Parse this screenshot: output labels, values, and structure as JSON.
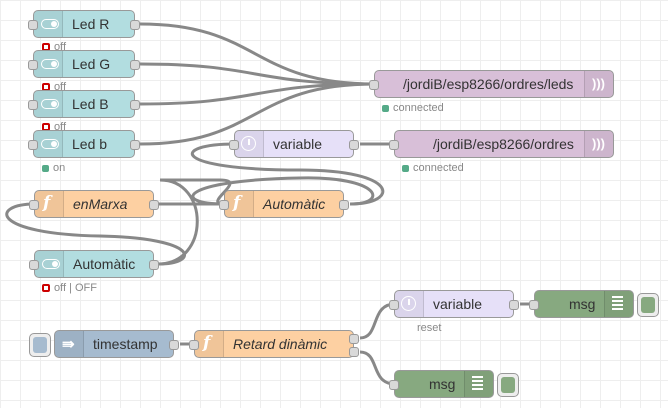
{
  "nodes": {
    "led_r": {
      "label": "Led R",
      "status": "off"
    },
    "led_g": {
      "label": "Led G",
      "status": "off"
    },
    "led_b": {
      "label": "Led B",
      "status": "off"
    },
    "led_b2": {
      "label": "Led b",
      "status": "on"
    },
    "mqtt_leds": {
      "label": "/jordiB/esp8266/ordres/leds",
      "status": "connected"
    },
    "trigger_var": {
      "label": "variable"
    },
    "mqtt_ordres": {
      "label": "/jordiB/esp8266/ordres",
      "status": "connected"
    },
    "fn_enmarxa": {
      "label": "enMarxa"
    },
    "fn_automatic": {
      "label": "Automàtic"
    },
    "sw_automatic": {
      "label": "Automàtic",
      "status": "off | OFF"
    },
    "trigger_var2": {
      "label": "variable",
      "status": "reset"
    },
    "debug_msg1": {
      "label": "msg"
    },
    "inject_ts": {
      "label": "timestamp"
    },
    "fn_retard": {
      "label": "Retard dinàmic"
    },
    "debug_msg2": {
      "label": "msg"
    }
  },
  "icons": {
    "switch": "toggle-switch-icon",
    "function": "function-icon",
    "mqtt": "wifi-signal-icon",
    "trigger": "clock-icon",
    "debug": "debug-bars-icon",
    "inject": "arrow-icon"
  },
  "colors": {
    "switch": "#b2dde0",
    "mqtt": "#d8bfd8",
    "function": "#fdd0a2",
    "trigger": "#e6e0f8",
    "debug": "#87a980",
    "inject": "#a6bbcf",
    "wire": "#888888"
  }
}
